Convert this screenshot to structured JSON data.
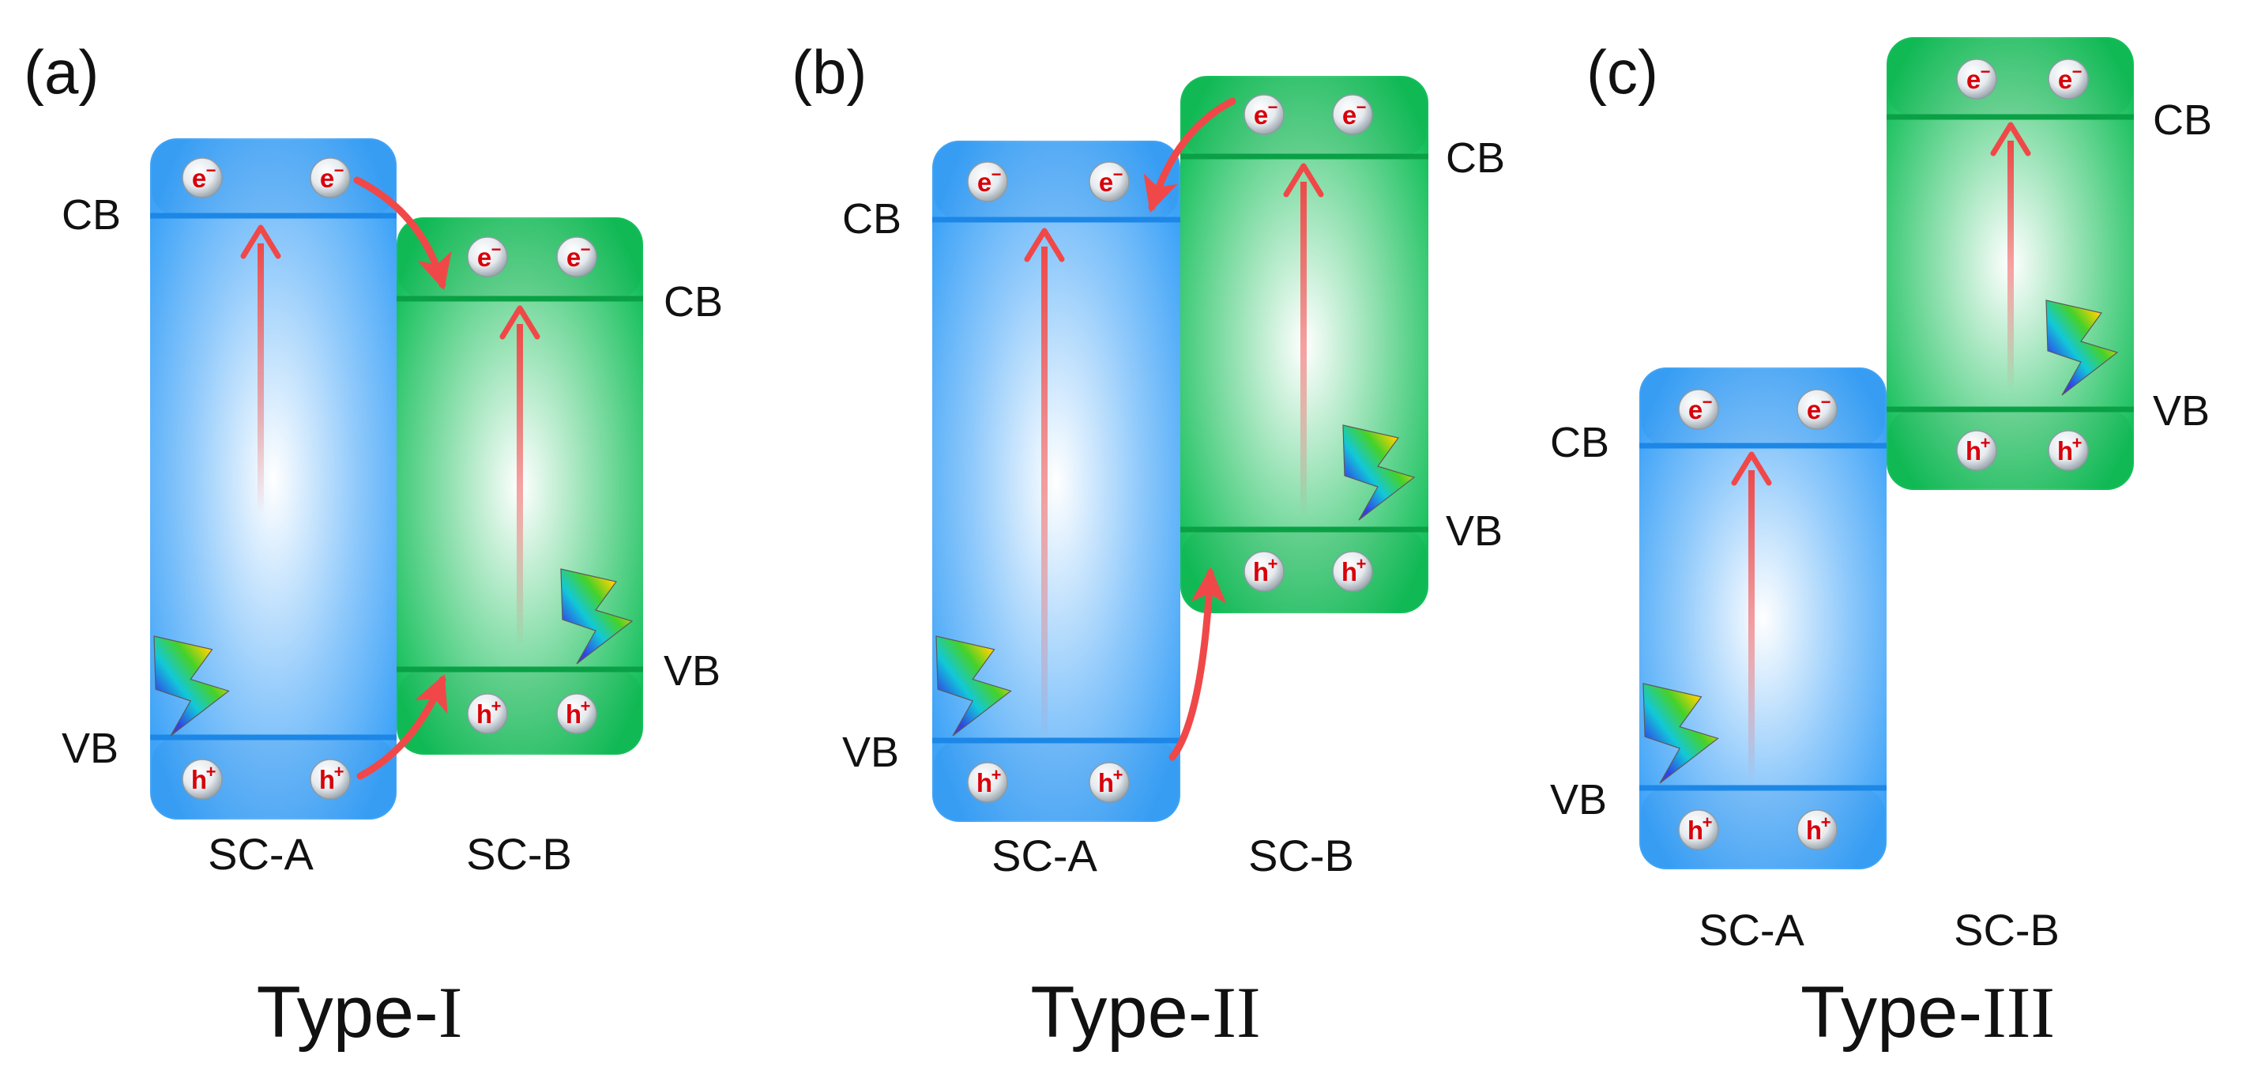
{
  "panels": [
    {
      "id": "a",
      "tag": "(a)",
      "type_prefix": "Type-",
      "type_roman": "I",
      "sc_a": "SC-A",
      "sc_b": "SC-B",
      "a_cb": "CB",
      "a_vb": "VB",
      "b_cb": "CB",
      "b_vb": "VB"
    },
    {
      "id": "b",
      "tag": "(b)",
      "type_prefix": "Type-",
      "type_roman": "II",
      "sc_a": "SC-A",
      "sc_b": "SC-B",
      "a_cb": "CB",
      "a_vb": "VB",
      "b_cb": "CB",
      "b_vb": "VB"
    },
    {
      "id": "c",
      "tag": "(c)",
      "type_prefix": "Type-",
      "type_roman": "III",
      "sc_a": "SC-A",
      "sc_b": "SC-B",
      "a_cb": "CB",
      "a_vb": "VB",
      "b_cb": "CB",
      "b_vb": "VB"
    }
  ],
  "carriers": {
    "electron": "e",
    "electron_sign": "−",
    "hole": "h",
    "hole_sign": "+"
  },
  "colors": {
    "sc_a": "#3ea3f7",
    "sc_b": "#13bf5a",
    "arrow": "#f04848",
    "band_line_a": "#1c87e6",
    "band_line_b": "#0aa045"
  }
}
